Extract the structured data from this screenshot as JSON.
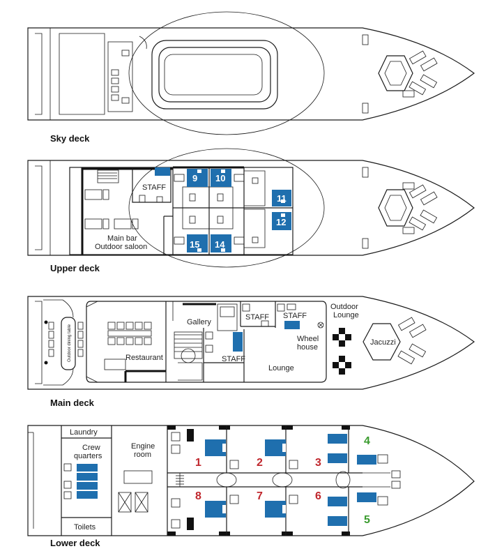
{
  "decks": {
    "sky": {
      "label": "Sky deck"
    },
    "upper": {
      "label": "Upper deck",
      "staff": "STAFF",
      "main_bar": "Main bar",
      "outdoor_saloon": "Outdoor saloon",
      "cabins": [
        "9",
        "10",
        "11",
        "12",
        "15",
        "14"
      ]
    },
    "main": {
      "label": "Main deck",
      "outdoor_dining": "Outdoor dining table",
      "restaurant": "Restaurant",
      "gallery": "Gallery",
      "staff_a": "STAFF",
      "staff_b": "STAFF",
      "staff_c": "STAFF",
      "wheel_house_1": "Wheel",
      "wheel_house_2": "house",
      "lounge": "Lounge",
      "outdoor_lounge_1": "Outdoor",
      "outdoor_lounge_2": "Lounge",
      "jacuzzi": "Jacuzzi"
    },
    "lower": {
      "label": "Lower deck",
      "laundry": "Laundry",
      "crew_1": "Crew",
      "crew_2": "quarters",
      "engine_1": "Engine",
      "engine_2": "room",
      "toilets": "Toilets",
      "cabins_red": [
        "1",
        "2",
        "3",
        "8",
        "7",
        "6"
      ],
      "cabins_green": [
        "4",
        "5"
      ]
    }
  },
  "colors": {
    "cabin_blue": "#1f6fae",
    "cabin_red": "#c0272d",
    "cabin_green": "#3a9b2e",
    "line": "#1a1a1a"
  }
}
